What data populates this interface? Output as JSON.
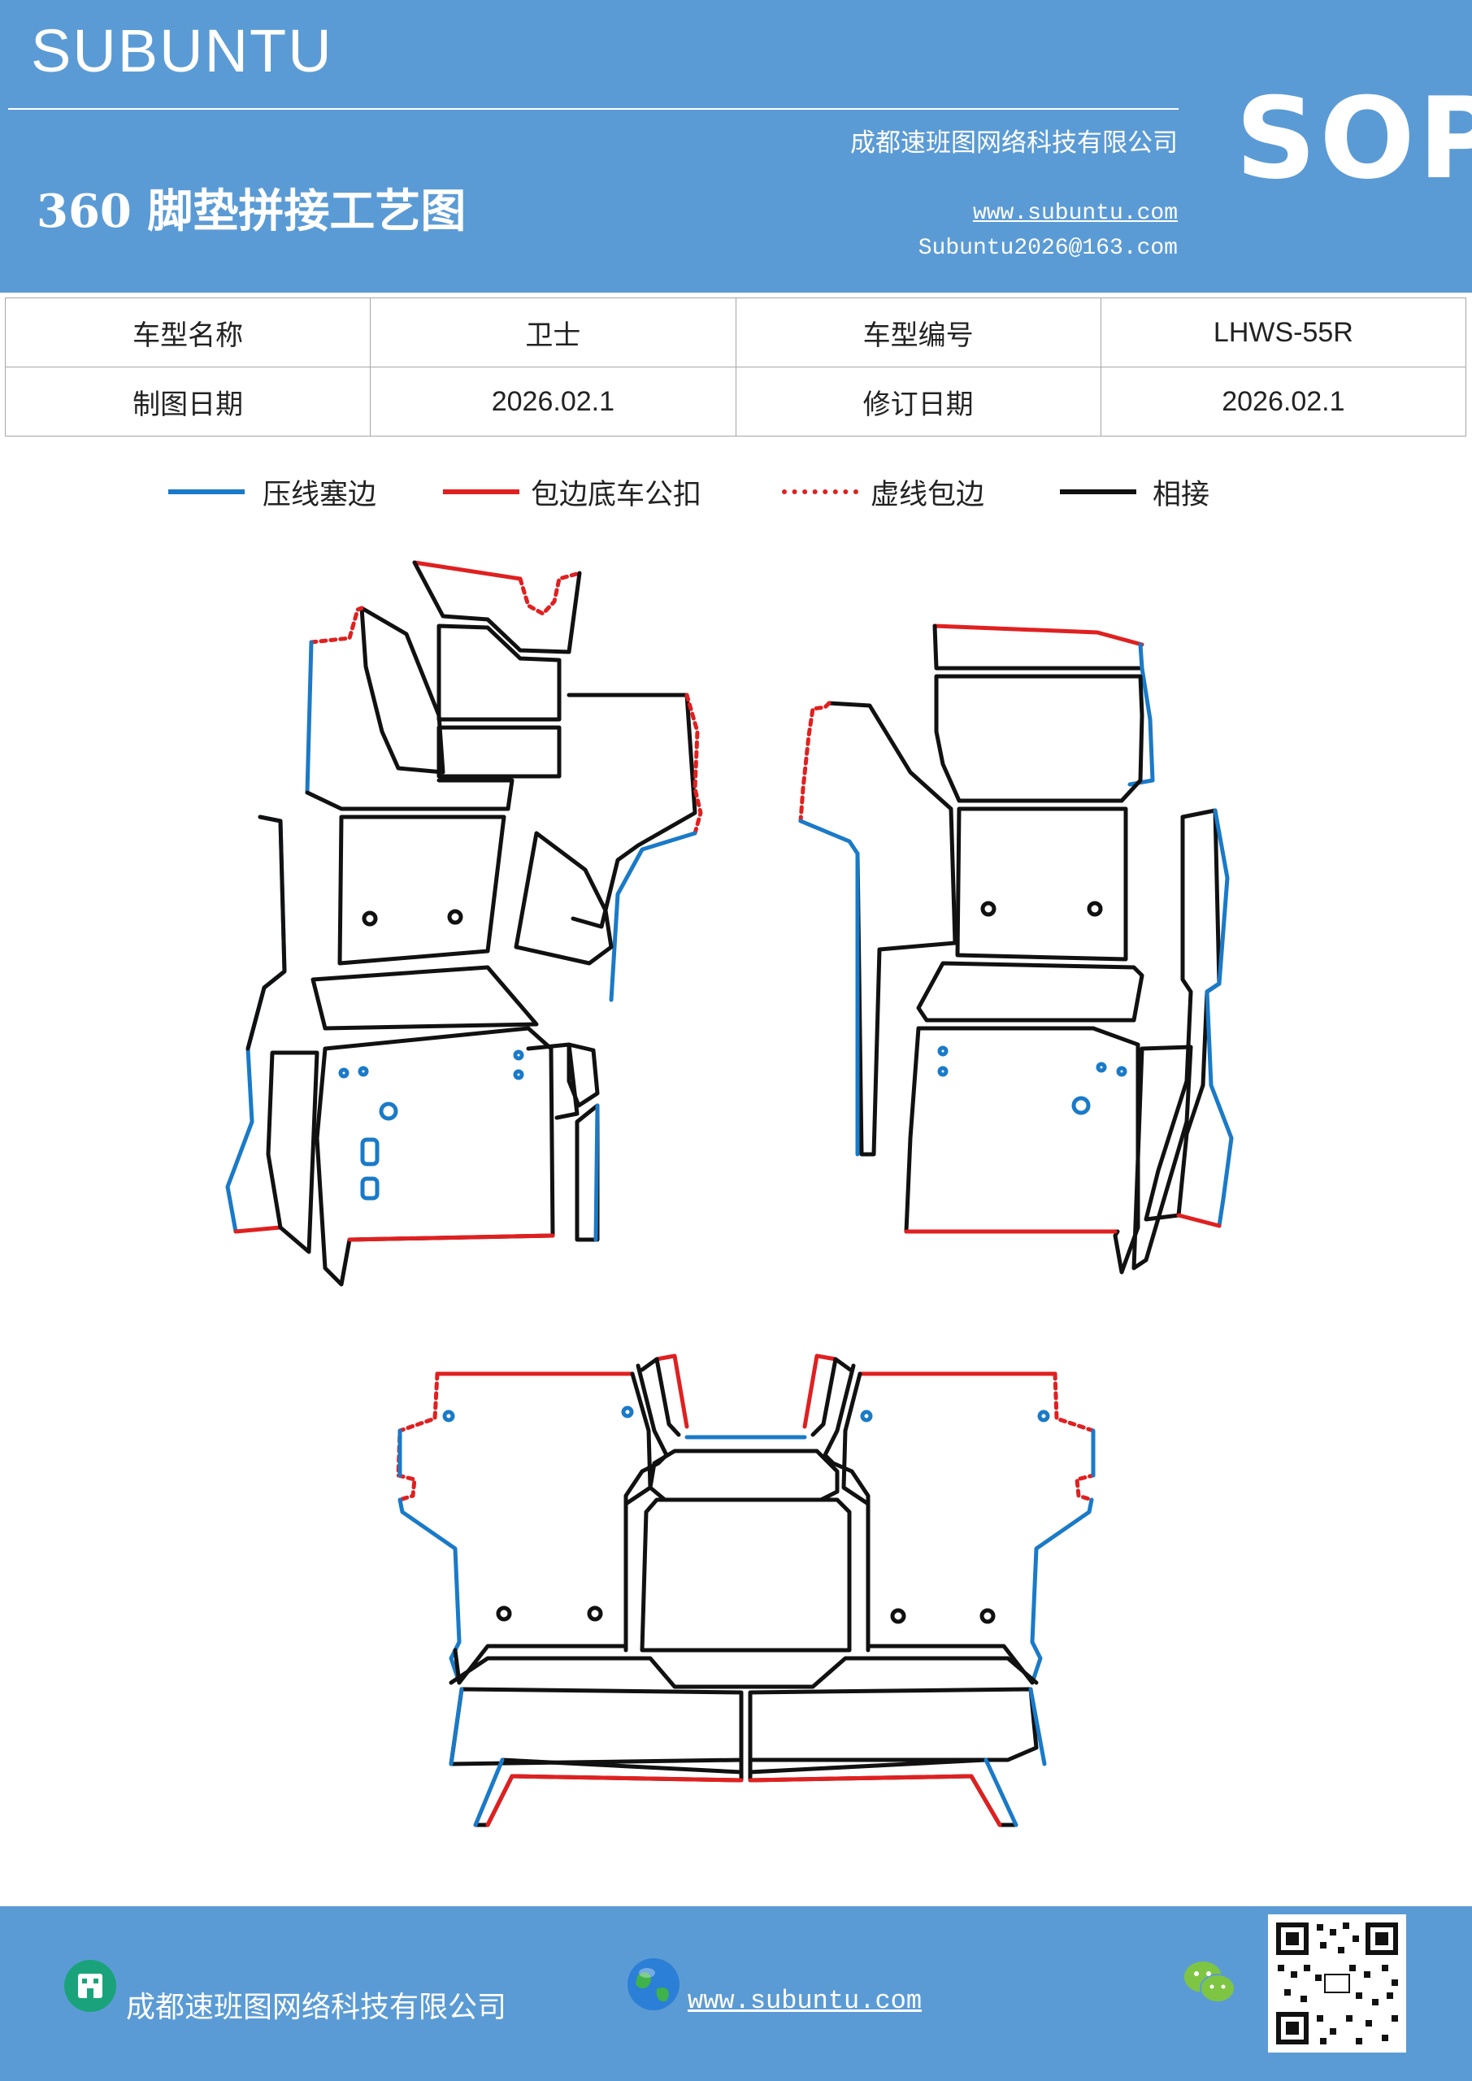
{
  "header": {
    "brand": "SUBUNTU",
    "title": "360 脚垫拼接工艺图",
    "company": "成都速班图网络科技有限公司",
    "url": "www.subuntu.com",
    "email": "Subuntu2026@163.com",
    "badge": "SOP",
    "background_color": "#5b9bd5"
  },
  "info_table": {
    "rows": [
      [
        "车型名称",
        "卫士",
        "车型编号",
        "LHWS-55R"
      ],
      [
        "制图日期",
        "2026.02.1",
        "修订日期",
        "2026.02.1"
      ]
    ]
  },
  "legend": [
    {
      "label": "压线塞边",
      "style": "solid",
      "color": "#1a7ac8"
    },
    {
      "label": "包边底车公扣",
      "style": "solid",
      "color": "#e02020"
    },
    {
      "label": "虚线包边",
      "style": "dotted",
      "color": "#e02020"
    },
    {
      "label": "相接",
      "style": "solid",
      "color": "#111111"
    }
  ],
  "footer": {
    "company": "成都速班图网络科技有限公司",
    "url": "www.subuntu.com",
    "icons": [
      "building-icon",
      "globe-icon",
      "wechat-icon",
      "qr-code"
    ]
  }
}
